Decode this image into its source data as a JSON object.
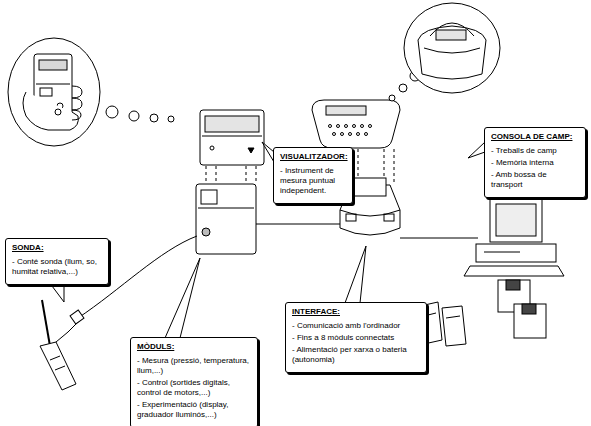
{
  "diagram": {
    "nodes": [
      {
        "text": [
          "VISUALITZADOR:",
          "- Instrument de mesura puntual independent."
        ]
      },
      {
        "text": [
          "CONSOLA DE CAMP:",
          "- Treballs de camp",
          "- Memòria interna",
          "- Amb bossa de transport"
        ]
      },
      {
        "text": [
          "SONDA:",
          "- Conté sonda (llum, so, humitat relativa,...)"
        ]
      },
      {
        "text": [
          "MÒDULS:",
          "- Mesura (pressió, temperatura, llum,...)",
          "- Control (sortides digitals, control de motors,...)",
          "- Experimentació (display, graduador lluminós,...)"
        ]
      },
      {
        "text": [
          "INTERFACE:",
          "- Comunicació amb l'ordinador",
          "- Fins a 8 mòduls connectats",
          "- Alimentació per xarxa o bateria (autonomia)"
        ]
      }
    ]
  }
}
